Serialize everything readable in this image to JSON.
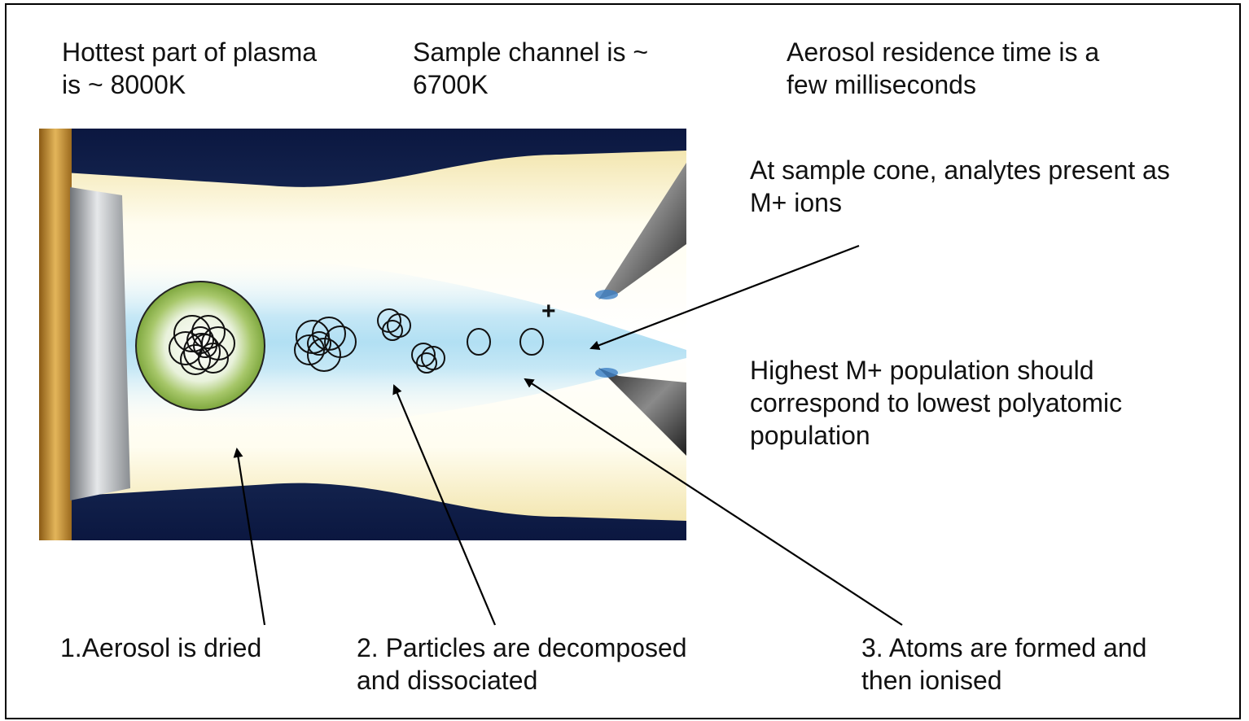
{
  "labels": {
    "hottest": "Hottest part of plasma\nis ~ 8000K",
    "sample_channel": "Sample channel is ~\n6700K",
    "residence": "Aerosol residence time is a\nfew milliseconds",
    "sample_cone": "At sample cone, analytes present as\nM+ ions",
    "highest_m": "Highest M+ population should\ncorrespond to lowest polyatomic\npopulation",
    "step1": "1.Aerosol is dried",
    "step2": "2. Particles are decomposed\nand dissociated",
    "step3": "3. Atoms are formed and\nthen ionised",
    "ion_symbol": "+"
  },
  "colors": {
    "plasma_core": "#bfe6f5",
    "plasma_glow": "#fffbe6",
    "background_dark": "#0d1a3d",
    "droplet_green": "#8db84a",
    "torch_gold": "#c8912f"
  }
}
